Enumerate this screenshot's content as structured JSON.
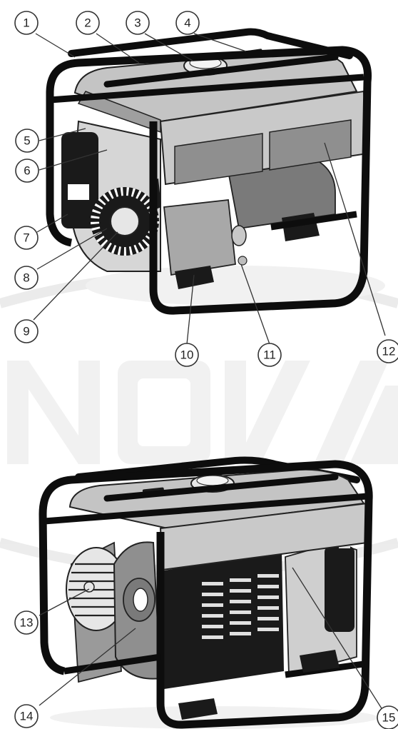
{
  "watermark": {
    "text": "NOVA",
    "color": "#e3e3e3"
  },
  "colors": {
    "frame": "#0d0d0d",
    "tank": "#bfbfbf",
    "panel": "#8f8f8f",
    "engine": "#d2d2d2",
    "dark": "#1a1a1a"
  },
  "callouts": [
    "1",
    "2",
    "3",
    "4",
    "5",
    "6",
    "7",
    "8",
    "9",
    "10",
    "11",
    "12",
    "13",
    "14",
    "15"
  ]
}
